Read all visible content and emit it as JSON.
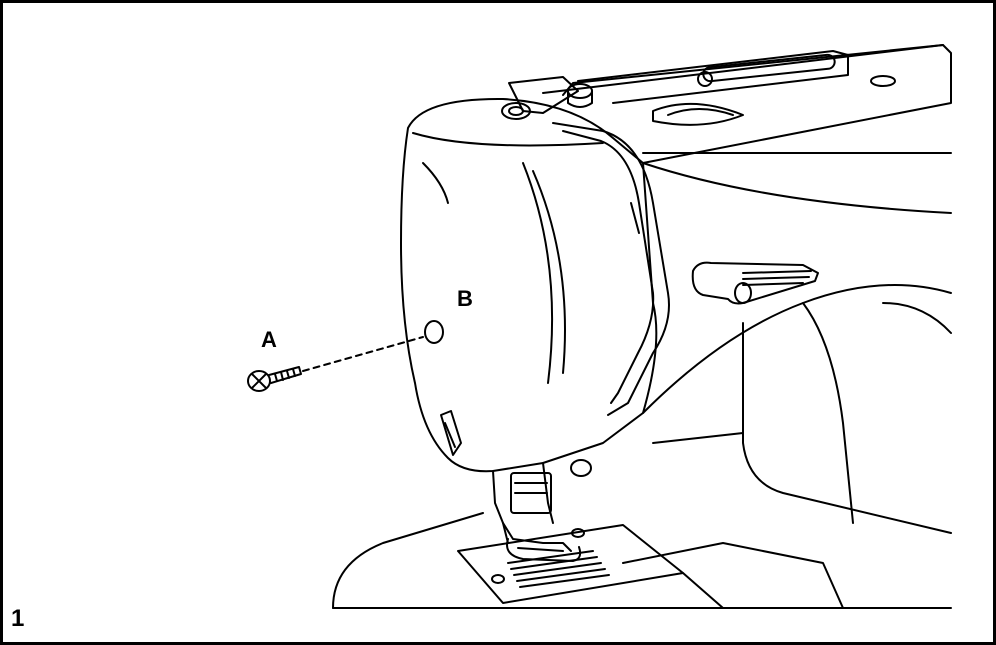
{
  "figure": {
    "number": "1",
    "callouts": {
      "a": "A",
      "b": "B"
    }
  },
  "colors": {
    "line": "#000000",
    "background": "#ffffff"
  }
}
